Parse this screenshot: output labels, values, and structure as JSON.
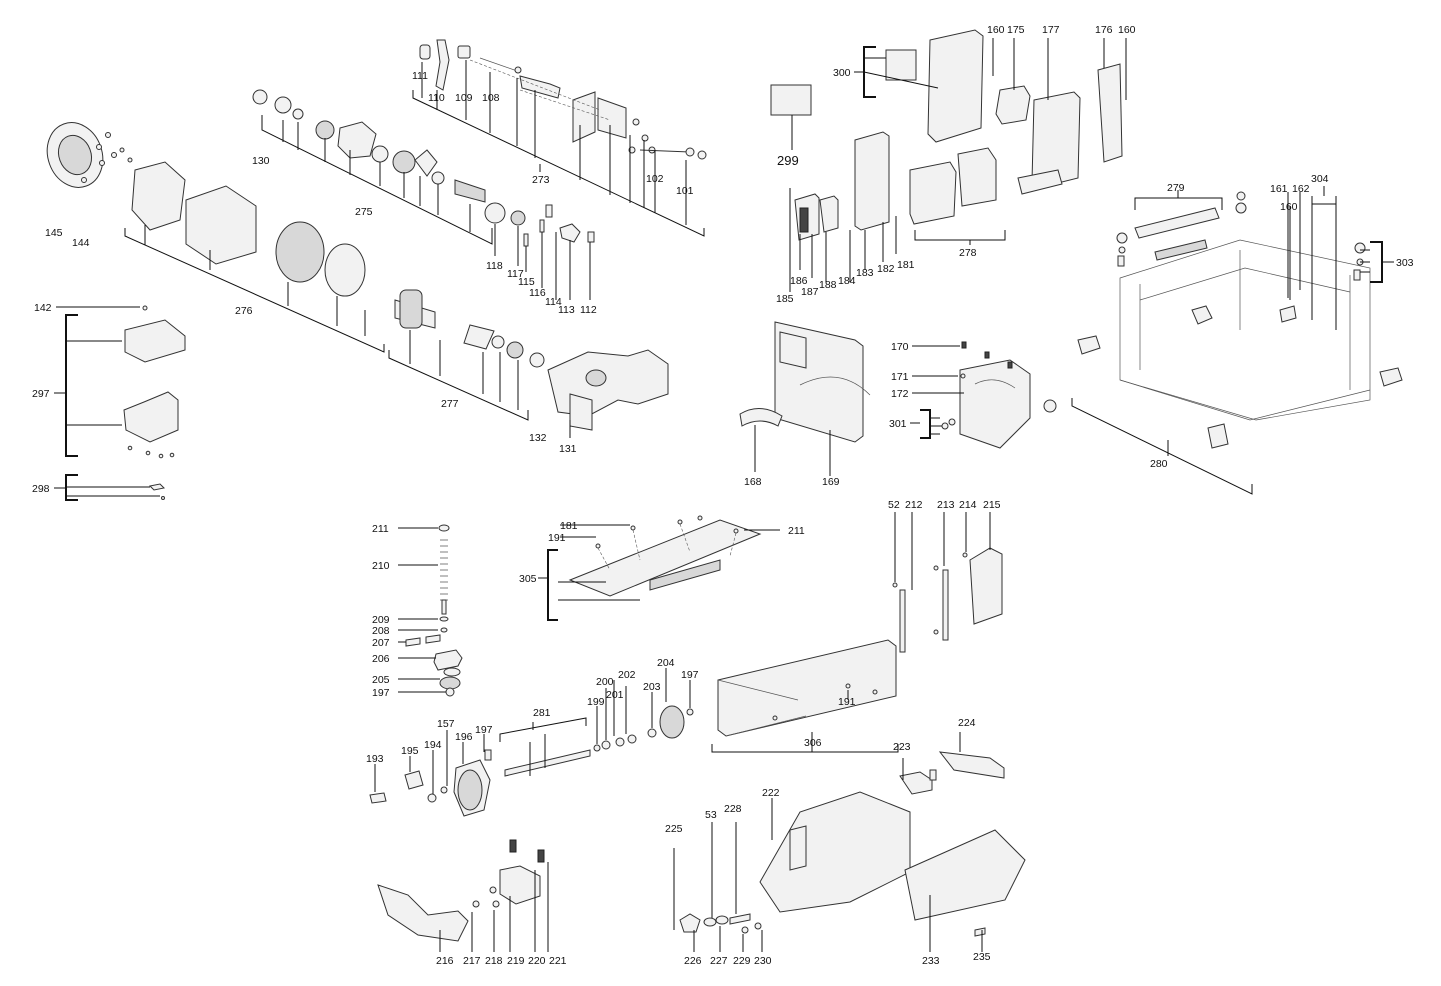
{
  "labels": {
    "p111": "111",
    "p110": "110",
    "p109": "109",
    "p108": "108",
    "p273": "273",
    "p102": "102",
    "p101": "101",
    "p130": "130",
    "p275": "275",
    "p145": "145",
    "p144": "144",
    "p118": "118",
    "p117": "117",
    "p115": "115",
    "p116": "116",
    "p114": "114",
    "p113": "113",
    "p112": "112",
    "p276": "276",
    "p142": "142",
    "p297": "297",
    "p277": "277",
    "p132": "132",
    "p131": "131",
    "p298": "298",
    "p300": "300",
    "p299": "299",
    "p160a": "160",
    "p175": "175",
    "p177": "177",
    "p176": "176",
    "p160b": "160",
    "p186": "186",
    "p187": "187",
    "p188": "188",
    "p184": "184",
    "p183": "183",
    "p185": "185",
    "p182": "182",
    "p181a": "181",
    "p278": "278",
    "p279": "279",
    "p161": "161",
    "p162": "162",
    "p160c": "160",
    "p304": "304",
    "p303": "303",
    "p280": "280",
    "p170": "170",
    "p171": "171",
    "p172": "172",
    "p301": "301",
    "p168": "168",
    "p169": "169",
    "p211a": "211",
    "p210": "210",
    "p209": "209",
    "p208": "208",
    "p207": "207",
    "p206": "206",
    "p205": "205",
    "p197a": "197",
    "p181b": "181",
    "p191a": "191",
    "p211b": "211",
    "p305": "305",
    "p52": "52",
    "p212": "212",
    "p213": "213",
    "p214": "214",
    "p215": "215",
    "p200": "200",
    "p201": "201",
    "p202": "202",
    "p203": "203",
    "p204": "204",
    "p197b": "197",
    "p199": "199",
    "p191b": "191",
    "p281": "281",
    "p157": "157",
    "p197c": "197",
    "p196": "196",
    "p194": "194",
    "p195": "195",
    "p193": "193",
    "p306": "306",
    "p224": "224",
    "p223": "223",
    "p222": "222",
    "p228": "228",
    "p53": "53",
    "p225": "225",
    "p226": "226",
    "p227": "227",
    "p229": "229",
    "p230": "230",
    "p233": "233",
    "p235": "235",
    "p216": "216",
    "p217": "217",
    "p218": "218",
    "p219": "219",
    "p220": "220",
    "p221": "221"
  }
}
